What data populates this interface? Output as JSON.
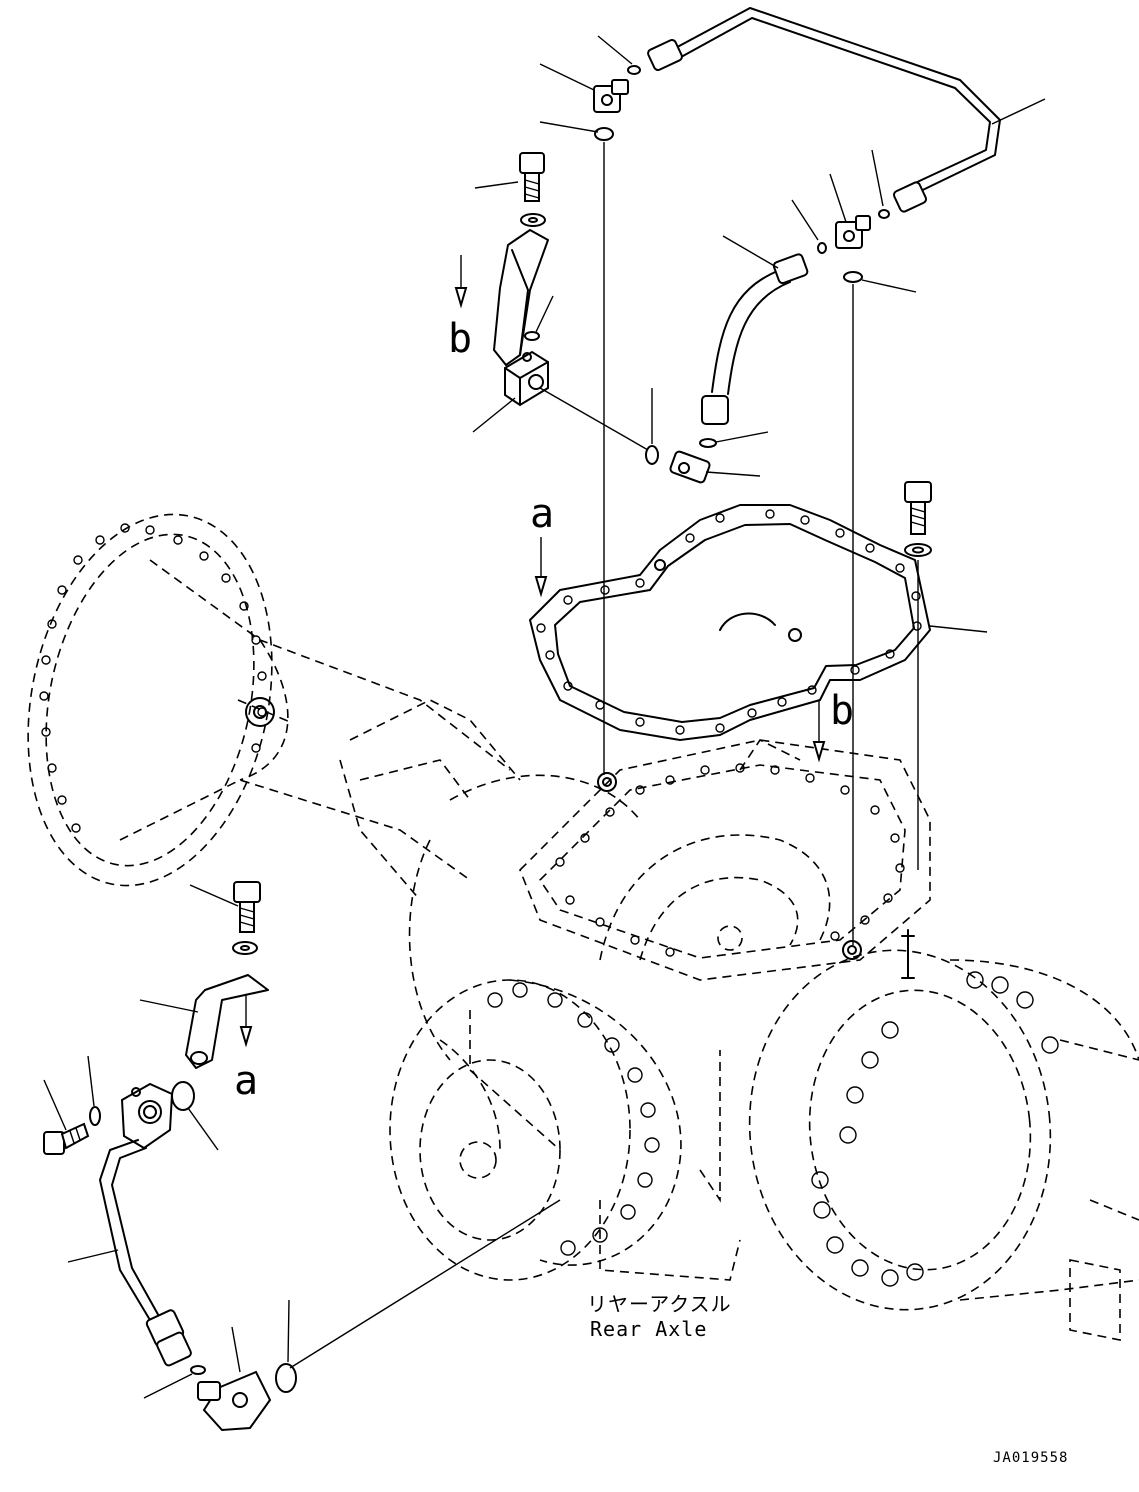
{
  "diagram": {
    "callouts": {
      "a": "a",
      "b": "b"
    },
    "caption_jp": "リヤーアクスル",
    "caption_en": "Rear Axle",
    "drawing_number": "JA019558"
  }
}
